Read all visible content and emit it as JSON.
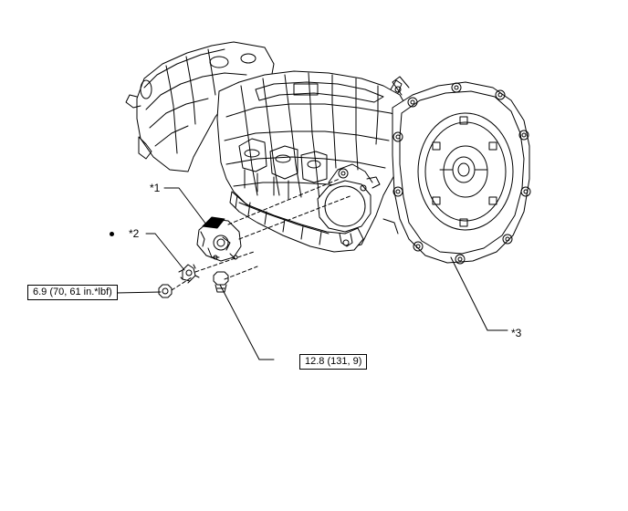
{
  "callouts": {
    "part1": "*1",
    "part2": "*2",
    "part3": "*3"
  },
  "torque": {
    "bolt_small": "6.9 (70, 61 in.*lbf)",
    "bolt_large": "12.8 (131, 9)"
  },
  "icons": {
    "replace_marker": "bullet-icon"
  }
}
